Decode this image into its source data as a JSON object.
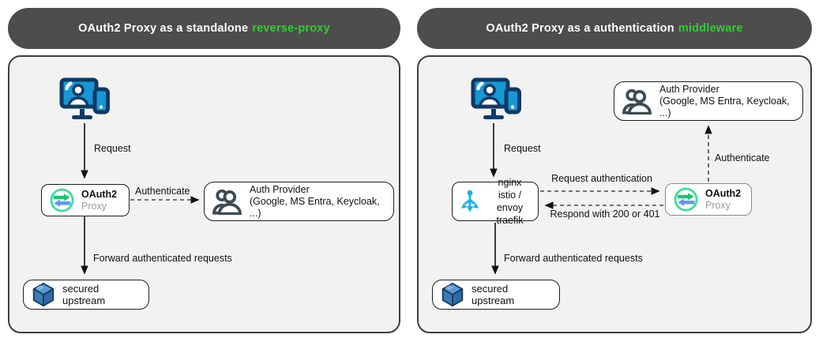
{
  "colors": {
    "header_bg": "#4d4d4d",
    "header_text": "#ffffff",
    "accent_green": "#33cc33",
    "panel_bg": "#f2f2f2",
    "device_blue": "#1797d3",
    "device_outline": "#0d3a66",
    "people_slate": "#3b4b54",
    "cube_top": "#5b9bd5",
    "cube_left": "#3a7ab6",
    "cube_right": "#2d6ba5",
    "loadbalancer_cyan": "#16b1ea",
    "oauth_ring": "#3eda9d",
    "oauth_arrow_green": "#1fc376",
    "oauth_arrow_blue": "#5f97f5"
  },
  "icons": {
    "user_device": "user-device-icon",
    "oauth2_logo": "oauth2-proxy-logo",
    "auth_people": "auth-provider-people-icon",
    "cube": "upstream-cube-icon",
    "load_balancer": "ingress-split-icon"
  },
  "panels": [
    {
      "header": {
        "plain": "OAuth2 Proxy as a standalone",
        "highlight": "reverse-proxy"
      },
      "nodes": {
        "oauth2_proxy": {
          "title": "OAuth2",
          "subtitle": "Proxy"
        },
        "auth_provider": {
          "title": "Auth Provider",
          "subtitle": "(Google, MS Entra, Keycloak, ...)"
        },
        "secured_upstream": {
          "label": "secured upstream"
        }
      },
      "edges": {
        "request": "Request",
        "authenticate": "Authenticate",
        "forward": "Forward authenticated requests"
      }
    },
    {
      "header": {
        "plain": "OAuth2 Proxy as a authentication",
        "highlight": "middleware"
      },
      "nodes": {
        "ingress": {
          "line1": "nginx",
          "line2": "istio / envoy",
          "line3": "traefik"
        },
        "oauth2_proxy": {
          "title": "OAuth2",
          "subtitle": "Proxy"
        },
        "auth_provider": {
          "title": "Auth Provider",
          "subtitle": "(Google, MS Entra, Keycloak, ...)"
        },
        "secured_upstream": {
          "label": "secured upstream"
        }
      },
      "edges": {
        "request": "Request",
        "request_authentication": "Request authentication",
        "respond": "Respond with 200 or 401",
        "authenticate": "Authenticate",
        "forward": "Forward authenticated requests"
      }
    }
  ]
}
